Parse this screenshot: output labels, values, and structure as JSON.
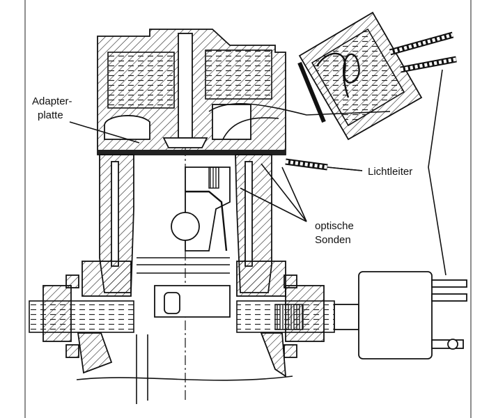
{
  "labels": {
    "adapter_line1": "Adapter-",
    "adapter_line2": "platte",
    "lichtleiter": "Lichtleiter",
    "sonden_line1": "optische",
    "sonden_line2": "Sonden"
  }
}
